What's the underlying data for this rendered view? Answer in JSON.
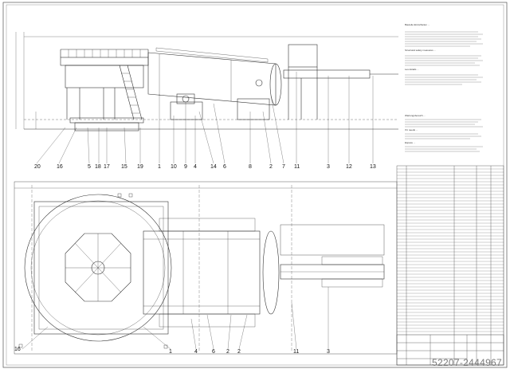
{
  "top_callouts": [
    "20",
    "16",
    "5",
    "18",
    "17",
    "15",
    "19",
    "1",
    "10",
    "9",
    "4",
    "14",
    "6",
    "8",
    "2",
    "7",
    "11",
    "3",
    "12",
    "13"
  ],
  "bottom_callouts": [
    "16",
    "1",
    "4",
    "6",
    "2",
    "2",
    "11",
    "3"
  ],
  "notes": {
    "de": "Bauteile Einzelheiten ...",
    "en": "Structural safety measures ...",
    "fr": "Les détails ...",
    "de2": "Wartungsbereich ...",
    "en2": "If it needs ...",
    "fr2": "Espace ..."
  },
  "watermark": "52207-2444967",
  "colors": {
    "line": "#333333",
    "paper": "#ffffff",
    "grey": "#999999"
  }
}
